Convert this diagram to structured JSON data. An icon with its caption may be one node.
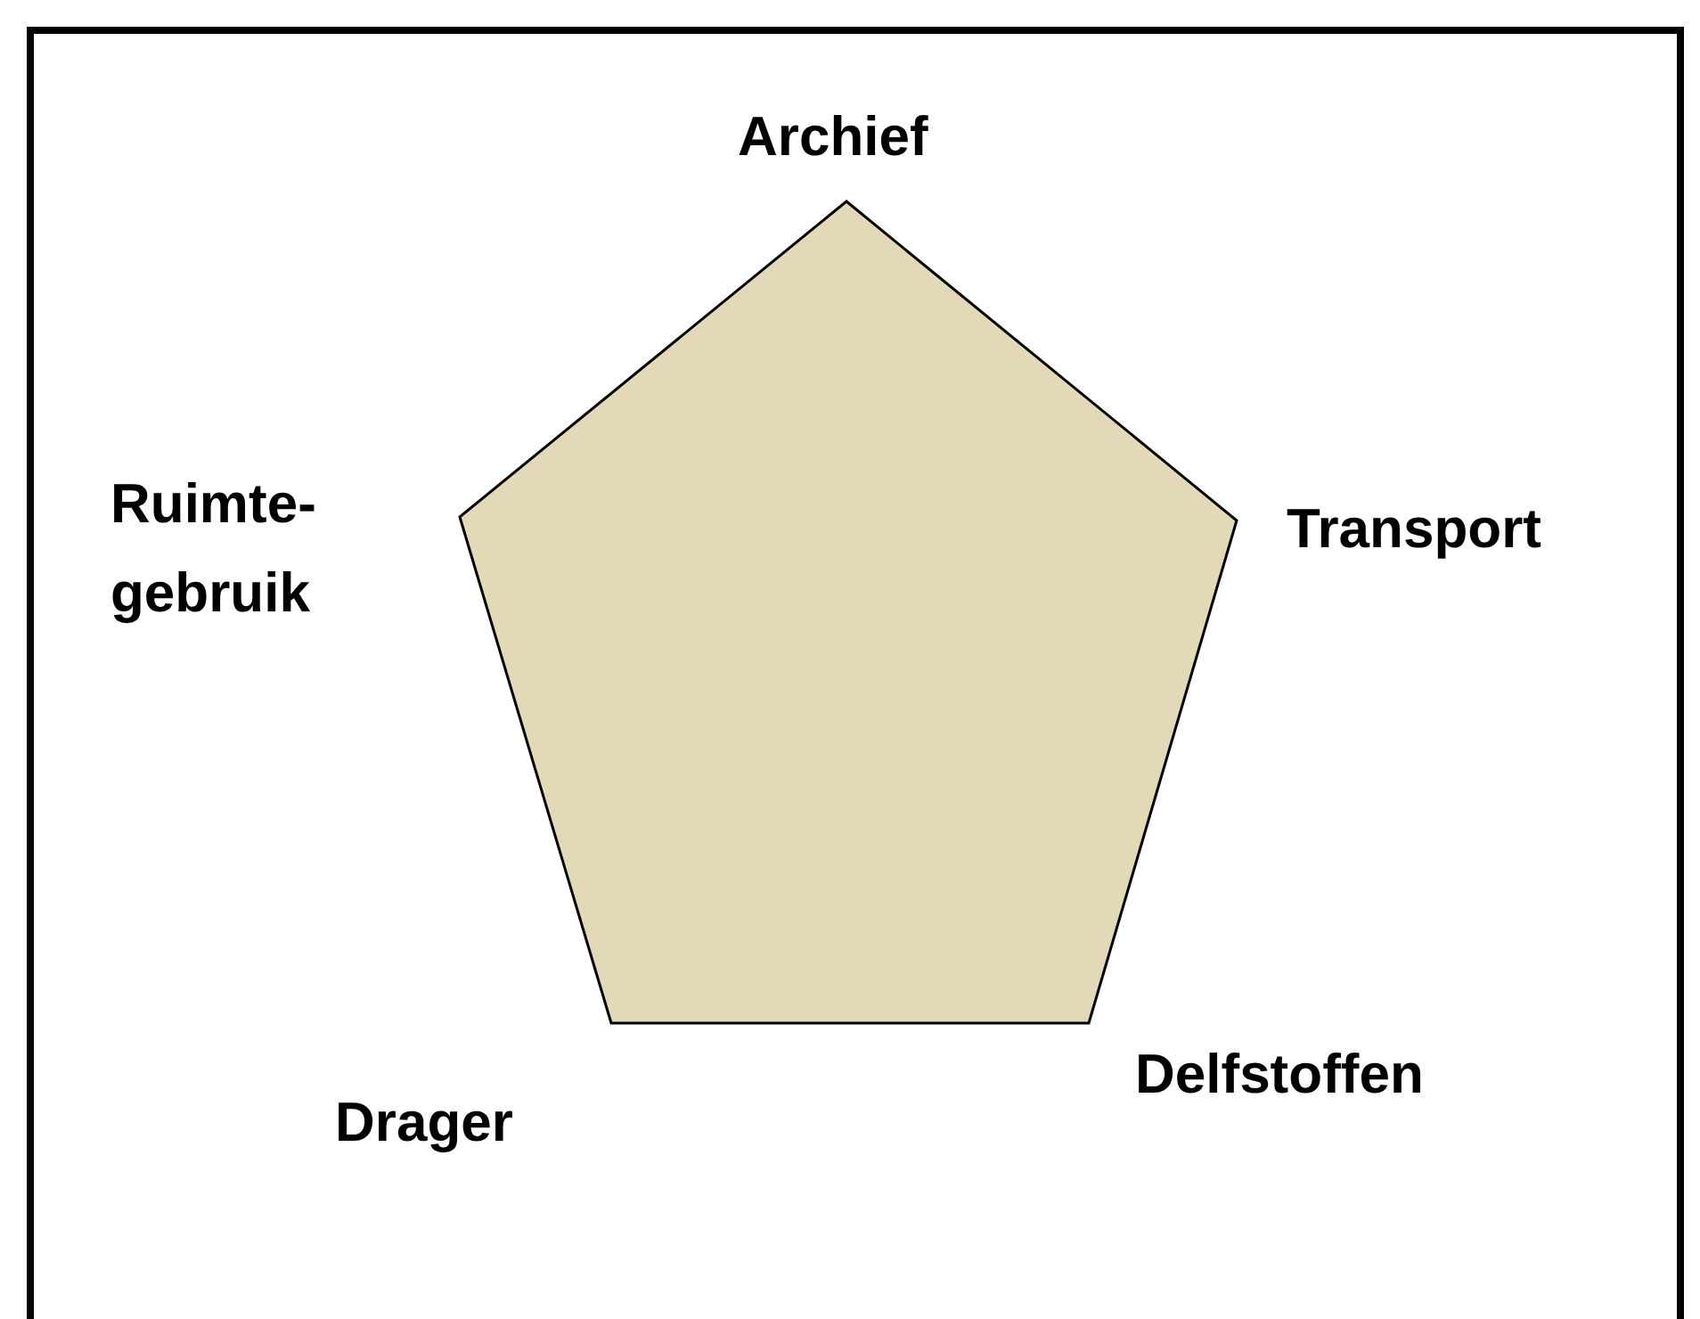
{
  "diagram": {
    "nodes": [
      {
        "text": [],
        "shape": "pentagon"
      }
    ],
    "labels": [
      "Archief",
      "Ruimte- gebruik",
      "Transport",
      "Delfstoffen",
      "Drager"
    ]
  }
}
